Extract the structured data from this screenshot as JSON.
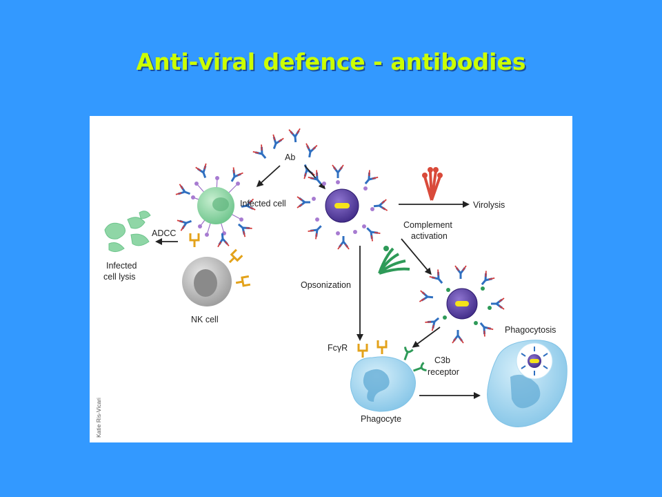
{
  "title": "Anti-viral defence - antibodies",
  "figure": {
    "labels": {
      "ab": "Ab",
      "infected_cell": "Infected cell",
      "adcc": "ADCC",
      "infected_cell_lysis_1": "Infected",
      "infected_cell_lysis_2": "cell lysis",
      "nk_cell": "NK cell",
      "virolysis": "Virolysis",
      "complement_1": "Complement",
      "complement_2": "activation",
      "opsonization": "Opsonization",
      "fcgr": "FcγR",
      "c3b_1": "C3b",
      "c3b_2": "receptor",
      "phagocyte": "Phagocyte",
      "phagocytosis": "Phagocytosis",
      "credit": "Katie Ris-Vicari"
    },
    "colors": {
      "title": "#ccff00",
      "background": "#3399ff",
      "antibody_blue": "#2f6fc0",
      "antibody_red": "#d23b3b",
      "infected_cell": "#8fd6a6",
      "nk_cell": "#b5b5b5",
      "virus": "#5a3f9e",
      "phagocyte": "#9fd3ee",
      "complement_red": "#d94a3a",
      "complement_green": "#2e9a58",
      "fc_receptor": "#e3a21a"
    }
  }
}
